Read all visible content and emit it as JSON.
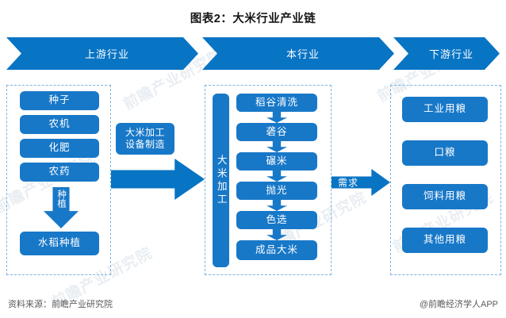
{
  "title": "图表2：大米行业产业链",
  "banners": [
    {
      "label": "上游行业"
    },
    {
      "label": "本行业"
    },
    {
      "label": "下游行业"
    }
  ],
  "upstream": {
    "inputs": [
      "种子",
      "农机",
      "化肥",
      "农药"
    ],
    "arrow_label": "种植",
    "result": "水稻种植",
    "equipment_box": "大米加工\n设备制造",
    "equipment_box_line1": "大米加工",
    "equipment_box_line2": "设备制造"
  },
  "midstream": {
    "vertical_bar": "大米加工",
    "steps": [
      "稻谷清洗",
      "砻谷",
      "碾米",
      "抛光",
      "色选",
      "成品大米"
    ]
  },
  "downstream": {
    "arrow_label": "需求",
    "uses": [
      "工业用粮",
      "口粮",
      "饲料用粮",
      "其他用粮"
    ]
  },
  "footer": {
    "source": "资料来源：前瞻产业研究院",
    "credit": "@前瞻经济学人APP"
  },
  "watermarks": [
    "前瞻产业研究院",
    "前瞻产业研究院",
    "前瞻产业研究院",
    "前瞻产业研究院",
    "前瞻产业研究院",
    "前瞻产业研究院"
  ],
  "colors": {
    "banner_blue": "#0874c4",
    "box_blue": "#1878c8",
    "dashed_border": "#7fb2dd",
    "title_text": "#161616",
    "footer_text": "#5a5a5a"
  }
}
